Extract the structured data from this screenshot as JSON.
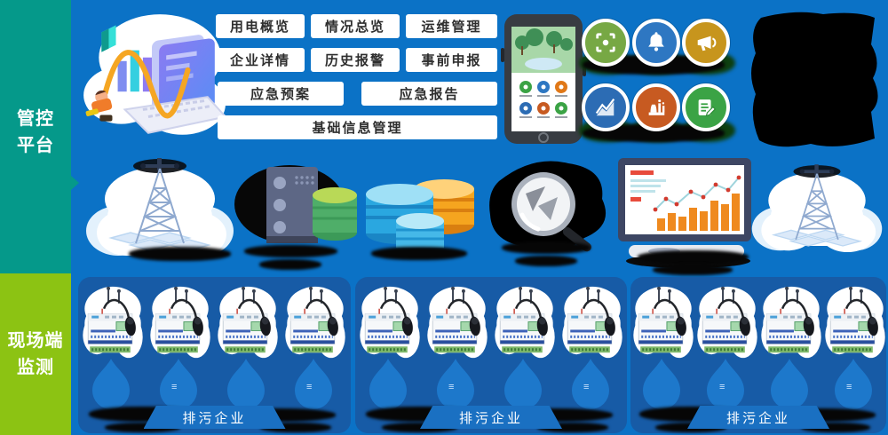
{
  "sidebar": {
    "top_label": "管控平台",
    "bottom_label": "现场端监测"
  },
  "platform": {
    "buttons": [
      {
        "label": "用电概览"
      },
      {
        "label": "情况总览"
      },
      {
        "label": "运维管理"
      },
      {
        "label": "企业详情"
      },
      {
        "label": "历史报警"
      },
      {
        "label": "事前申报"
      },
      {
        "label": "应急预案"
      },
      {
        "label": "应急报告"
      },
      {
        "label": "基础信息管理"
      }
    ],
    "modules": [
      {
        "icon": "focus-target-icon",
        "color": "#77a844"
      },
      {
        "icon": "alarm-bell-icon",
        "color": "#2e77c2"
      },
      {
        "icon": "megaphone-icon",
        "color": "#c7951d"
      },
      {
        "icon": "line-chart-icon",
        "color": "#2c6cb4"
      },
      {
        "icon": "factory-icon",
        "color": "#c75a21"
      },
      {
        "icon": "edit-report-icon",
        "color": "#3ba345"
      }
    ]
  },
  "field": {
    "panels": [
      {
        "label": "排污企业"
      },
      {
        "label": "排污企业"
      },
      {
        "label": "排污企业"
      }
    ]
  },
  "colors": {
    "bg": "#0b72c6",
    "sidebar-top": "#05998a",
    "sidebar-bottom": "#8cc313",
    "panel": "#175ba6",
    "drop": "#1d78cb",
    "button-text": "#2e2e2e"
  }
}
